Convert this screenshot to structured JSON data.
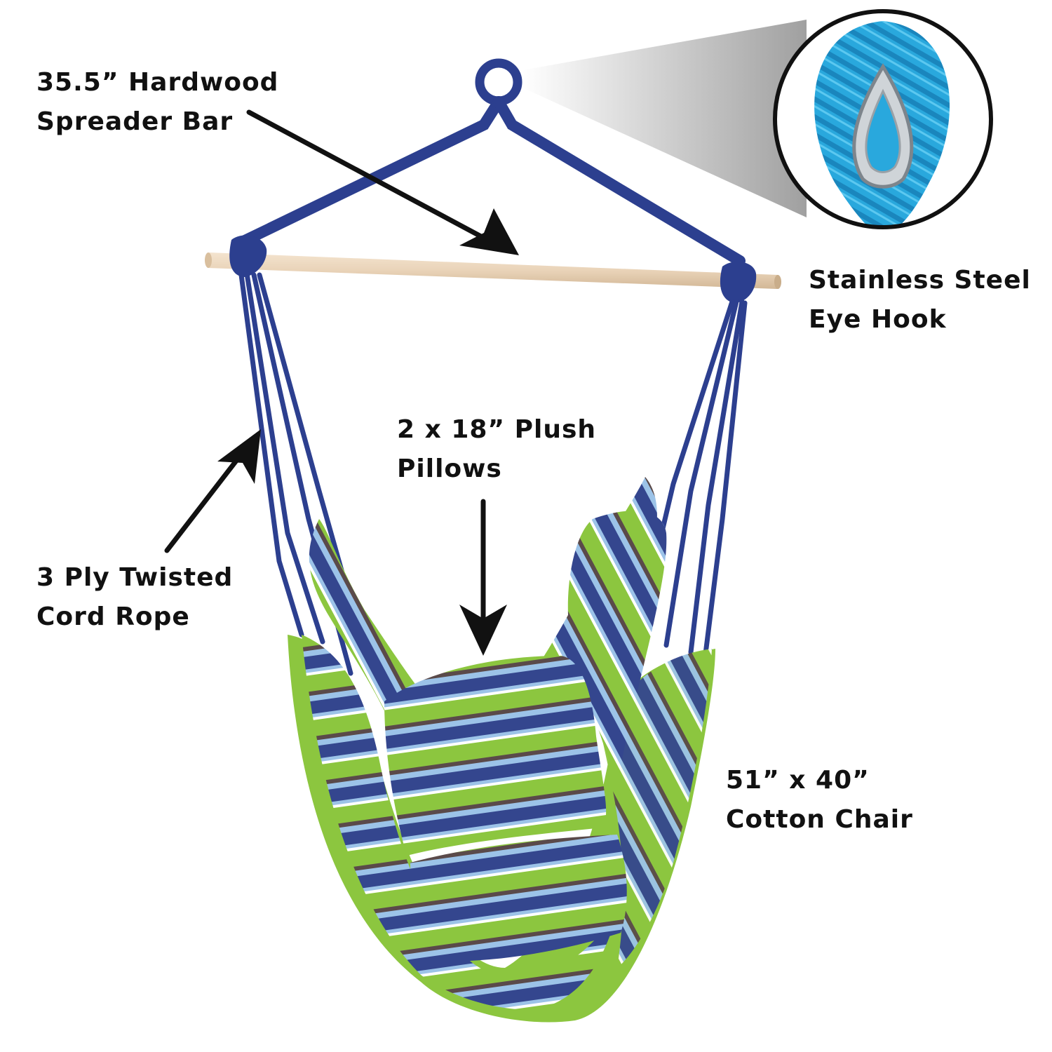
{
  "colors": {
    "rope_navy": "#2c3f8f",
    "stripe_green": "#8cc63f",
    "stripe_light_blue": "#9cc3e8",
    "stripe_navy": "#34468e",
    "stripe_brown": "#5a4a4a",
    "wood": "#e9d3b8",
    "hook_rope": "#29a8dd",
    "steel": "#b9bec4",
    "text": "#111111"
  },
  "callouts": {
    "spreader_bar": {
      "line1": "35.5” Hardwood",
      "line2": "Spreader Bar"
    },
    "eye_hook": {
      "line1": "Stainless Steel",
      "line2": "Eye Hook"
    },
    "pillows": {
      "line1": "2 x 18” Plush",
      "line2": "Pillows"
    },
    "rope": {
      "line1": "3 Ply Twisted",
      "line2": "Cord Rope"
    },
    "chair": {
      "line1": "51” x 40”",
      "line2": "Cotton Chair"
    }
  },
  "icons": {
    "arrow": "arrow-icon",
    "magnifier": "zoom-circle-icon"
  }
}
